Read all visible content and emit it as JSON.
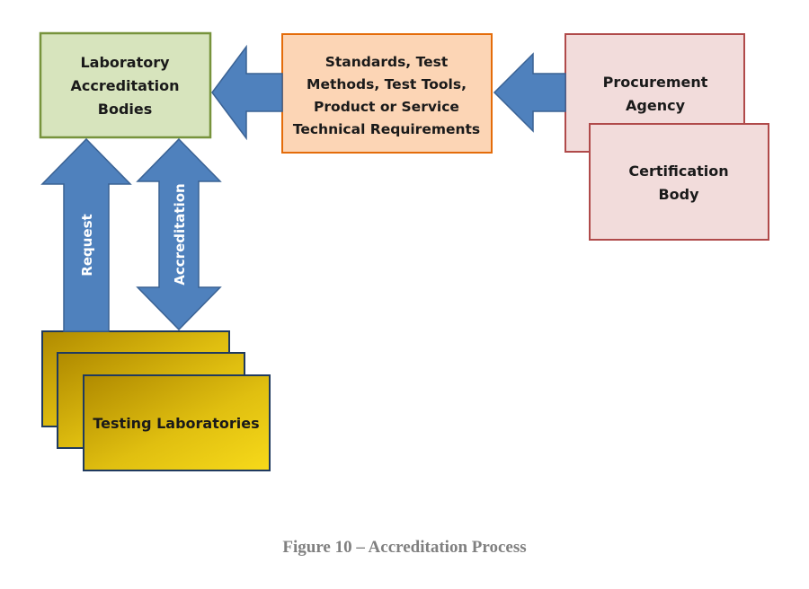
{
  "boxes": {
    "lab_accreditation": [
      "Laboratory",
      "Accreditation",
      "Bodies"
    ],
    "standards": [
      "Standards, Test",
      "Methods, Test Tools,",
      "Product or Service",
      "Technical Requirements"
    ],
    "procurement": [
      "Procurement",
      "Agency"
    ],
    "certification": [
      "Certification",
      "Body"
    ],
    "testing_labs": [
      "Testing Laboratories"
    ]
  },
  "arrows": {
    "request_label": "Request",
    "accreditation_label": "Accreditation"
  },
  "caption": "Figure 10 – Accreditation Process",
  "colors": {
    "arrow_fill": "#4f81bd",
    "arrow_stroke": "#3a6294",
    "lab_box_fill": "#d7e4bd",
    "lab_box_stroke": "#77933c",
    "standards_fill": "#fcd5b5",
    "standards_stroke": "#e46c0a",
    "procurement_fill": "#f2dcdb",
    "procurement_stroke": "#b04a4a",
    "testing_fill": "#d9b200",
    "testing_stroke": "#1f3a5f"
  }
}
